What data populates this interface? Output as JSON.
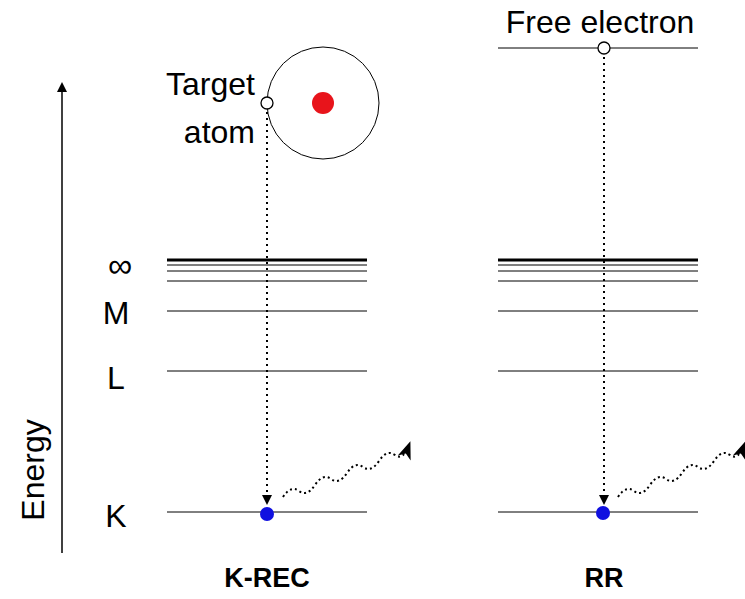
{
  "diagram": {
    "labels": [
      "Free electron",
      "Target atom",
      "∞",
      "M",
      "L",
      "K",
      "Energy",
      "K-REC",
      "RR"
    ]
  }
}
